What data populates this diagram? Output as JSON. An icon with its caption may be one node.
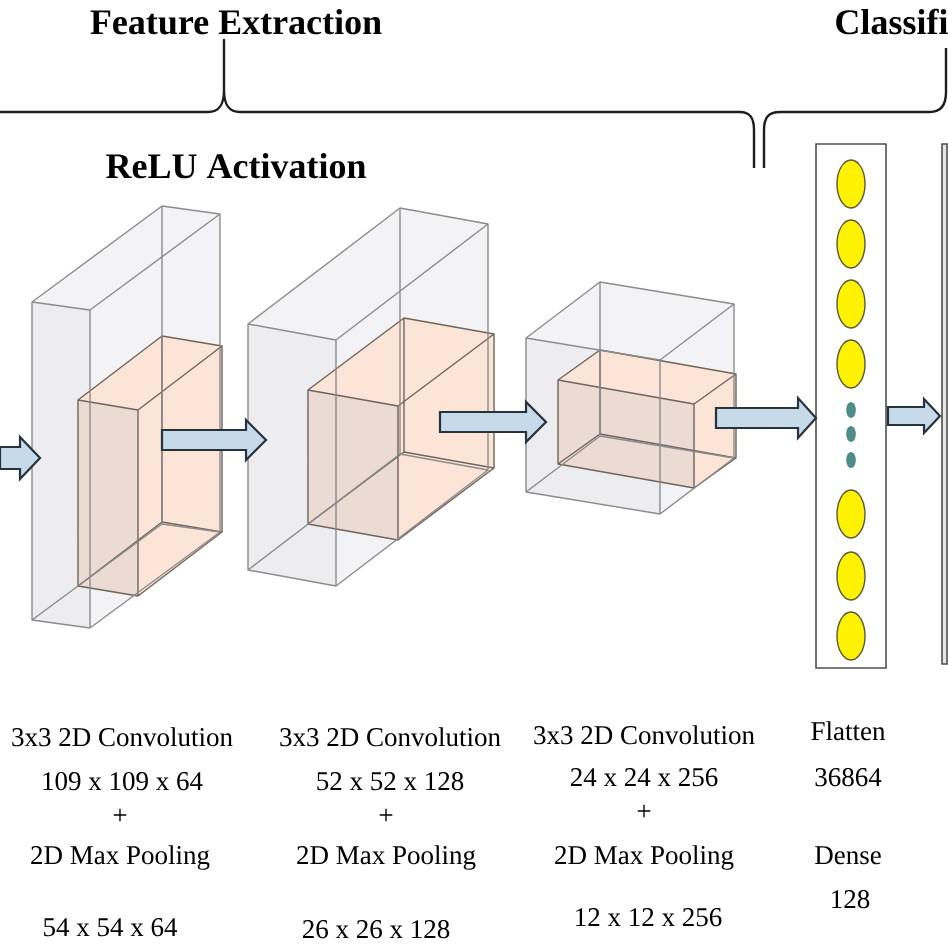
{
  "diagram": {
    "nodes": [
      {
        "text": [],
        "shape": "cuboid",
        "beside": [
          "3x3 2D Convolution",
          "109 x 109 x 64",
          "+",
          "2D Max Pooling",
          "54 x 54 x 64"
        ]
      },
      {
        "text": [],
        "shape": "cuboid",
        "beside": [
          "3x3 2D Convolution",
          "52 x 52 x 128",
          "+",
          "2D Max Pooling",
          "26 x 26 x 128"
        ]
      },
      {
        "text": [],
        "shape": "cuboid",
        "beside": [
          "3x3 2D Convolution",
          "24 x 24 x 256",
          "+",
          "2D Max Pooling",
          "12 x 12 x 256"
        ]
      },
      {
        "text": [],
        "shape": "bar",
        "beside": [
          "Flatten",
          "36864"
        ]
      },
      {
        "text": [],
        "shape": "bar"
      }
    ],
    "edges": [
      {
        "from": null,
        "to": 0,
        "arrow": "to"
      },
      {
        "from": 0,
        "to": 1,
        "arrow": "to"
      },
      {
        "from": 1,
        "to": 2,
        "arrow": "to"
      },
      {
        "from": 2,
        "to": 3,
        "arrow": "to"
      },
      {
        "from": 3,
        "to": 4,
        "arrow": "to"
      }
    ],
    "labels": [
      "Feature Extraction",
      "Classifi",
      "ReLU Activation",
      "Dense",
      "128"
    ]
  }
}
